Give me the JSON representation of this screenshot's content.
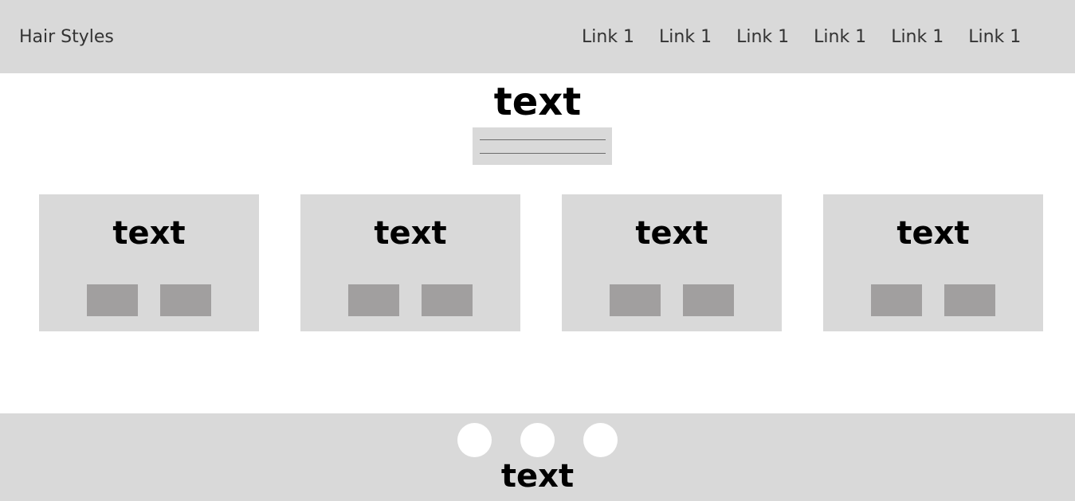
{
  "navbar": {
    "brand": "Hair Styles",
    "links": [
      "Link 1",
      "Link 1",
      "Link 1",
      "Link 1",
      "Link 1",
      "Link 1"
    ]
  },
  "hero": {
    "title": "text"
  },
  "cards": [
    {
      "title": "text"
    },
    {
      "title": "text"
    },
    {
      "title": "text"
    },
    {
      "title": "text"
    }
  ],
  "footer": {
    "social_icons": [
      "circle-icon",
      "circle-icon",
      "circle-icon"
    ],
    "text": "text"
  },
  "colors": {
    "panel_background": "#d9d9d9",
    "button_placeholder": "#a19f9f",
    "page_background": "#ffffff"
  }
}
